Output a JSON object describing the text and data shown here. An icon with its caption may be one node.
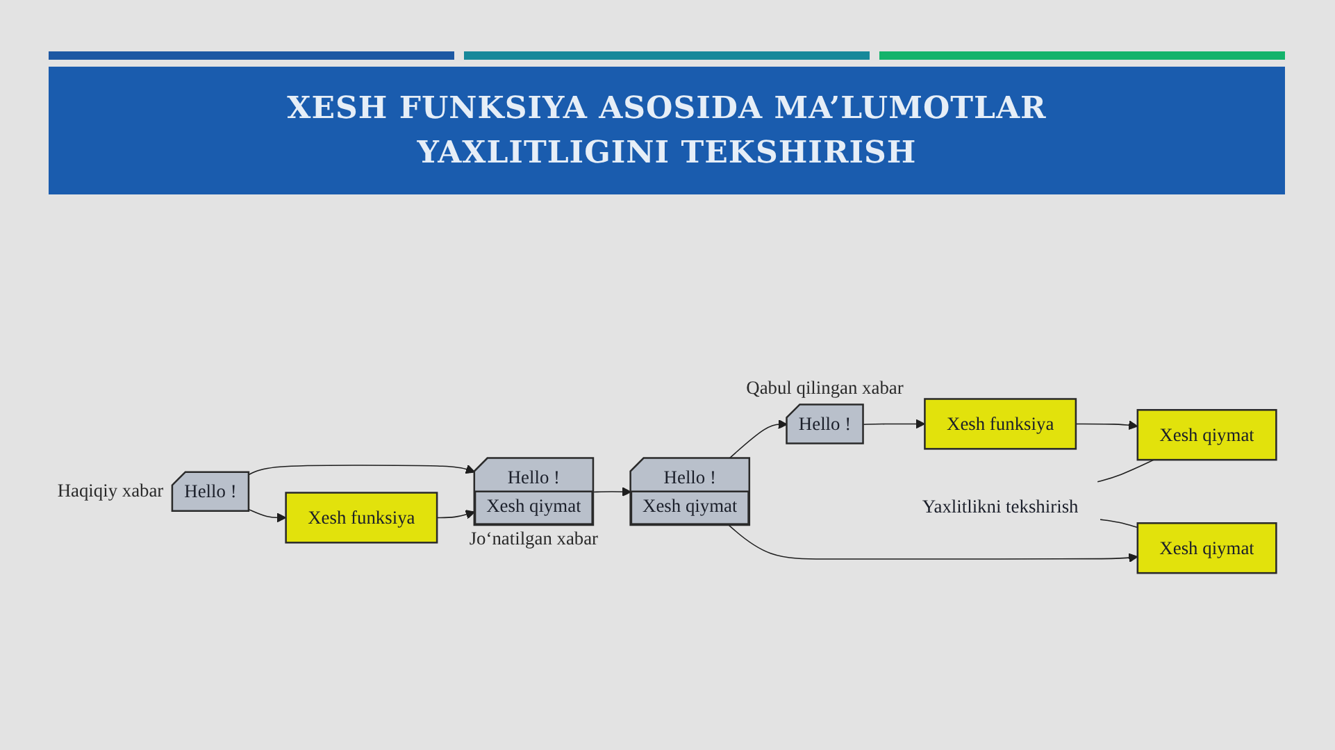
{
  "diagram": {
    "title": "XESH FUNKSIYA ASOSIDA MA’LUMOTLAR YAXLITLIGINI TEKSHIRISH",
    "nodes": [
      {
        "text": [
          "Hello !"
        ],
        "beside": [
          "Haqiqiy xabar"
        ]
      },
      {
        "text": [
          "Hello !",
          "Xesh qiymat"
        ],
        "beside": [
          "Jo‘natilgan xabar"
        ]
      },
      {
        "text": [
          "Xesh funksiya"
        ]
      },
      {
        "text": [
          "Hello !",
          "Xesh qiymat"
        ]
      },
      {
        "text": [
          "Hello !"
        ],
        "beside": [
          "Qabul qilingan xabar"
        ]
      },
      {
        "text": [
          "Xesh funksiya"
        ]
      },
      {
        "text": [
          "Xesh qiymat"
        ]
      },
      {
        "text": [
          "Yaxlitlikni tekshirish"
        ]
      },
      {
        "text": [
          "Xesh qiymat"
        ]
      }
    ],
    "edges": [
      {
        "from": 0,
        "to": 1,
        "arrow": "to"
      },
      {
        "from": 0,
        "to": 2,
        "arrow": "to"
      },
      {
        "from": 2,
        "to": 1,
        "arrow": "to"
      },
      {
        "from": 1,
        "to": 3,
        "arrow": "to"
      },
      {
        "from": 3,
        "to": 4,
        "arrow": "to"
      },
      {
        "from": 4,
        "to": 5,
        "arrow": "to"
      },
      {
        "from": 5,
        "to": 6,
        "arrow": "to"
      },
      {
        "from": 3,
        "to": 8,
        "arrow": "to"
      },
      {
        "from": 7,
        "to": 6,
        "arrow": "none"
      },
      {
        "from": 7,
        "to": 8,
        "arrow": "none"
      }
    ]
  }
}
